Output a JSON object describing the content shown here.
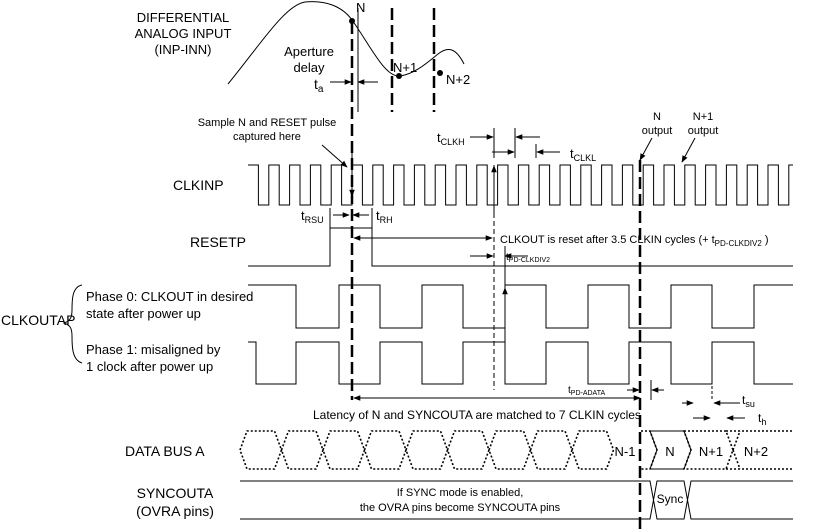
{
  "signals": {
    "differential_input": [
      "DIFFERENTIAL",
      "ANALOG INPUT",
      "(INP-INN)"
    ],
    "clkinp": "CLKINP",
    "resetp": "RESETP",
    "clkoutap": "CLKOUTAP",
    "data_bus_a": "DATA BUS A",
    "syncouta": [
      "SYNCOUTA",
      "(OVRA pins)"
    ]
  },
  "samples": {
    "n": "N",
    "n1": "N+1",
    "n2": "N+2"
  },
  "aperture": {
    "line1": "Aperture",
    "line2": "delay",
    "ta_base": "t",
    "ta_sub": "a"
  },
  "sample_capture_note": [
    "Sample N and RESET pulse",
    "captured here"
  ],
  "clock_timing": {
    "tclkh_base": "t",
    "tclkh_sub": "CLKH",
    "tclkl_base": "t",
    "tclkl_sub": "CLKL"
  },
  "outputs": {
    "n_output": [
      "N",
      "output"
    ],
    "n1_output": [
      "N+1",
      "output"
    ]
  },
  "reset_timing": {
    "trsu_base": "t",
    "trsu_sub": "RSU",
    "trh_base": "t",
    "trh_sub": "RH",
    "note_main": "CLKOUT is reset after 3.5 CLKIN cycles (+ t",
    "note_sub": "PD-CLKDIV2",
    "note_end": " )",
    "tpd_clkdiv2_base": "t",
    "tpd_clkdiv2_sub": "PD-CLKDIV2"
  },
  "phases": {
    "phase0": [
      "Phase 0: CLKOUT in desired",
      "state after power up"
    ],
    "phase1": [
      "Phase 1:  misaligned by",
      "1 clock after power up"
    ]
  },
  "data_timing": {
    "tpd_adata_base": "t",
    "tpd_adata_sub": "PD-ADATA",
    "tsu_base": "t",
    "tsu_sub": "su",
    "th_base": "t",
    "th_sub": "h",
    "latency_note": "Latency of N and SYNCOUTA are matched to 7 CLKIN cycles"
  },
  "data_cells": [
    "N-1",
    "N",
    "N+1",
    "N+2"
  ],
  "sync": {
    "label": "Sync",
    "note": [
      "If SYNC mode is enabled,",
      "the OVRA pins become SYNCOUTA pins"
    ]
  }
}
